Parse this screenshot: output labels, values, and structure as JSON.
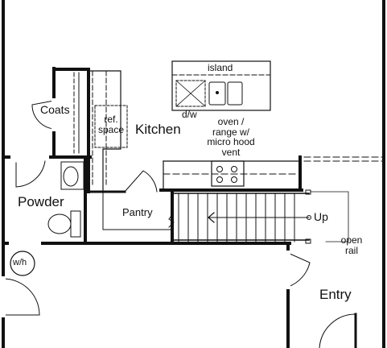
{
  "rooms": {
    "coats": "Coats",
    "ref_space_line1": "ref.",
    "ref_space_line2": "space",
    "kitchen": "Kitchen",
    "island": "island",
    "dw": "d/w",
    "range_line1": "oven /",
    "range_line2": "range w/",
    "range_line3": "micro hood",
    "range_line4": "vent",
    "powder": "Powder",
    "pantry": "Pantry",
    "stairs_up": "Up",
    "open_rail_line1": "open",
    "open_rail_line2": "rail",
    "wh": "w/h",
    "entry": "Entry"
  },
  "colors": {
    "wall": "#111111",
    "line": "#111111",
    "background": "#ffffff"
  }
}
